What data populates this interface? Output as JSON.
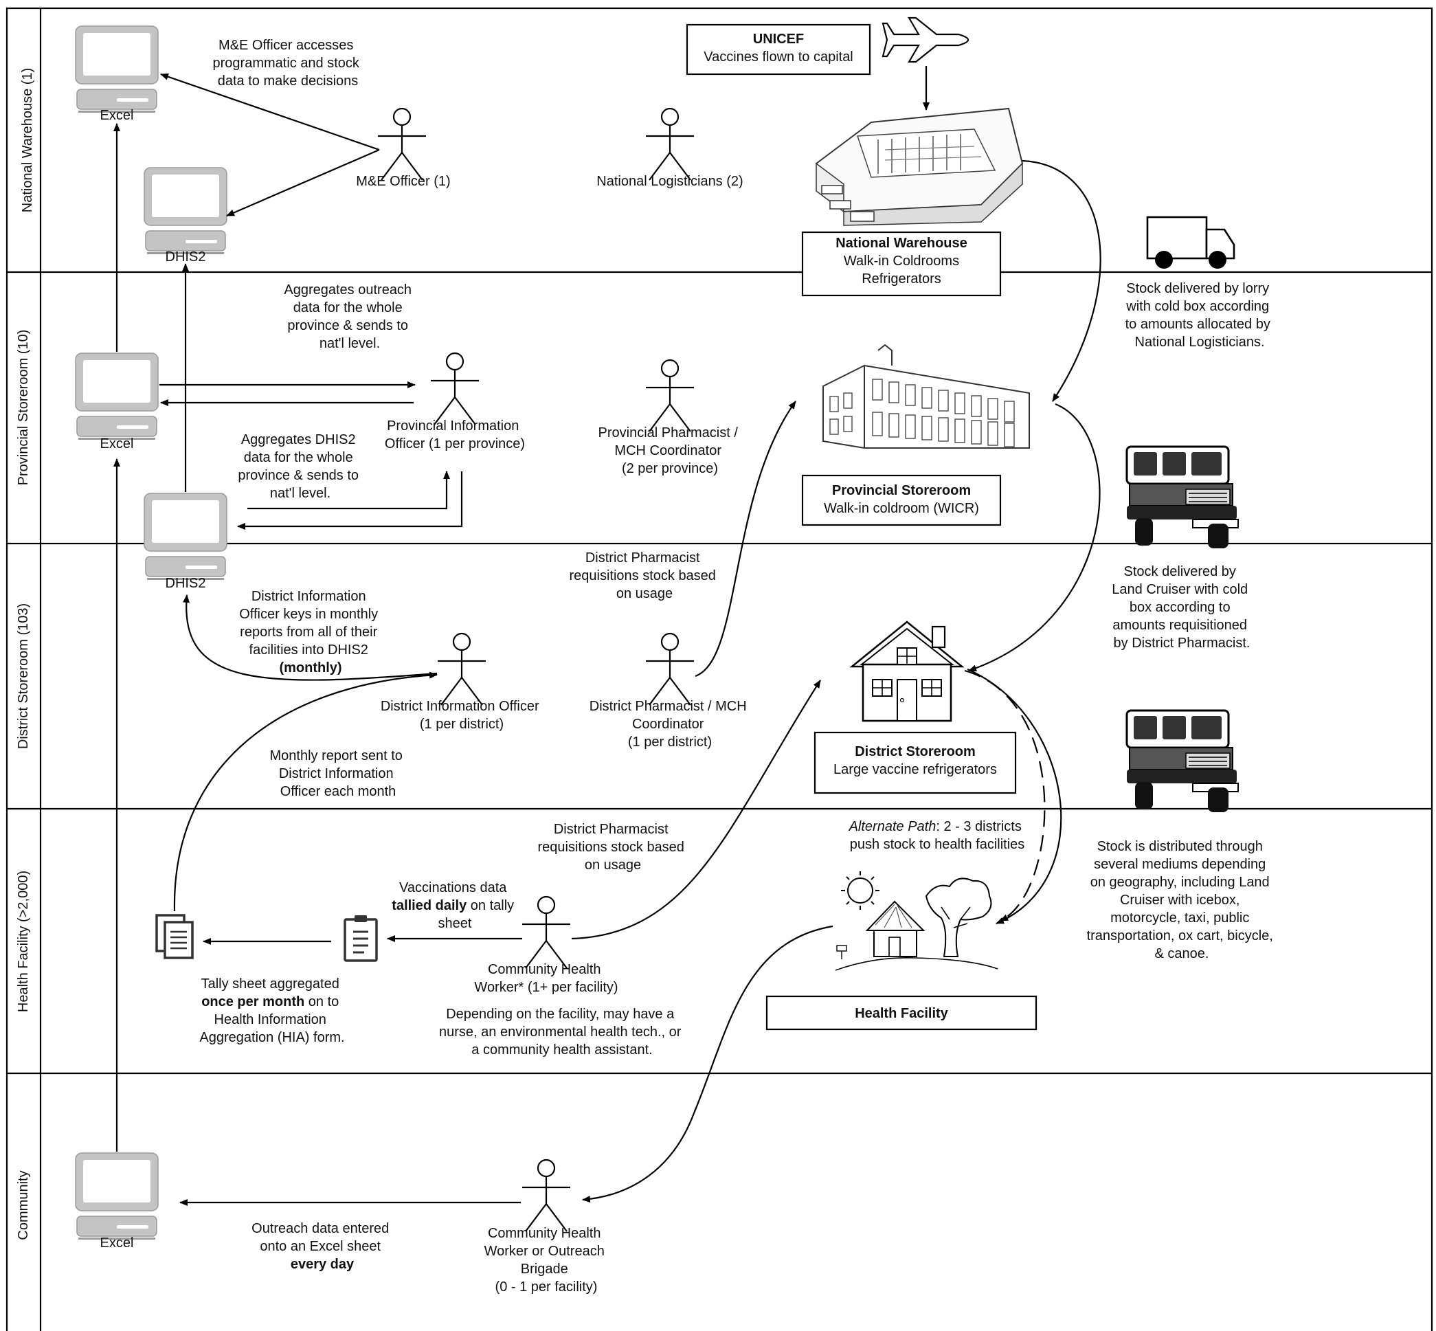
{
  "lanes": [
    {
      "label": "National Warehouse (1)"
    },
    {
      "label": "Provincial Storeroom (10)"
    },
    {
      "label": "District Storeroom (103)"
    },
    {
      "label": "Health Facility (>2,000)"
    },
    {
      "label": "Community"
    }
  ],
  "computers": {
    "excel_national": "Excel",
    "dhis2_national": "DHIS2",
    "excel_provincial": "Excel",
    "dhis2_provincial": "DHIS2",
    "excel_community": "Excel"
  },
  "actors": {
    "me_officer": [
      "M&E Officer (1)"
    ],
    "national_logisticians": [
      "National Logisticians (2)"
    ],
    "provincial_info_officer": [
      "Provincial Information",
      "Officer (1 per province)"
    ],
    "provincial_pharmacist": [
      "Provincial Pharmacist /",
      "MCH Coordinator",
      "(2 per province)"
    ],
    "district_info_officer": [
      "District Information Officer",
      "(1 per district)"
    ],
    "district_pharmacist": [
      "District Pharmacist / MCH",
      "Coordinator",
      "(1 per district)"
    ],
    "chw_facility": [
      "Community Health",
      "Worker* (1+ per facility)"
    ],
    "chw_outreach": [
      "Community Health",
      "Worker or Outreach",
      "Brigade",
      "(0 - 1 per facility)"
    ]
  },
  "boxes": {
    "unicef": {
      "title": "UNICEF",
      "lines": [
        "Vaccines flown to capital"
      ]
    },
    "national_warehouse": {
      "title": "National Warehouse",
      "lines": [
        "Walk-in Coldrooms",
        "Refrigerators"
      ]
    },
    "provincial_storeroom": {
      "title": "Provincial Storeroom",
      "lines": [
        "Walk-in coldroom (WICR)"
      ]
    },
    "district_storeroom": {
      "title": "District Storeroom",
      "lines": [
        "Large vaccine refrigerators"
      ]
    },
    "health_facility": {
      "title": "Health Facility",
      "lines": []
    }
  },
  "notes": {
    "me_access": [
      "M&E Officer accesses",
      "programmatic and stock",
      "data to make decisions"
    ],
    "agg_outreach": [
      "Aggregates outreach",
      "data for the whole",
      "province & sends to",
      "nat'l level."
    ],
    "agg_dhis2": [
      "Aggregates DHIS2",
      "data for the whole",
      "province & sends to",
      "nat'l level."
    ],
    "lorry": [
      "Stock delivered by lorry",
      "with cold box according",
      "to amounts allocated by",
      "National Logisticians."
    ],
    "district_req": [
      "District Pharmacist",
      "requisitions stock based",
      "on usage"
    ],
    "land_cruiser": [
      "Stock delivered by",
      "Land Cruiser  with cold",
      "box according to",
      "amounts requisitioned",
      "by District Pharmacist."
    ],
    "dio_keys": [
      "District Information",
      "Officer keys in monthly",
      "reports from all of their",
      "facilities into DHIS2"
    ],
    "dio_keys_bold": "(monthly)",
    "monthly_report": [
      "Monthly report sent to",
      "District Information",
      "Officer each month"
    ],
    "facility_req": [
      "District Pharmacist",
      "requisitions stock based",
      "on usage"
    ],
    "alternate_italic": "Alternate Path",
    "alternate_rest": ": 2 - 3 districts",
    "alternate_line2": "push stock to health facilities",
    "distributed": [
      "Stock is distributed through",
      "several mediums depending",
      "on geography, including Land",
      "Cruiser with icebox,",
      "motorcycle, taxi, public",
      "transportation, ox cart, bicycle,",
      "& canoe."
    ],
    "vacc_line1": "Vaccinations data",
    "vacc_bold": "tallied daily",
    "vacc_rest": " on tally",
    "vacc_line3": "sheet",
    "tally_line1": "Tally sheet aggregated",
    "tally_bold": "once per month",
    "tally_rest": " on to",
    "tally_line3": "Health Information",
    "tally_line4": "Aggregation (HIA) form.",
    "depending": [
      "Depending on the facility, may have a",
      "nurse, an environmental health tech., or",
      "a community health assistant."
    ],
    "outreach_entered": [
      "Outreach data entered",
      "onto an Excel sheet"
    ],
    "outreach_bold": "every day"
  }
}
